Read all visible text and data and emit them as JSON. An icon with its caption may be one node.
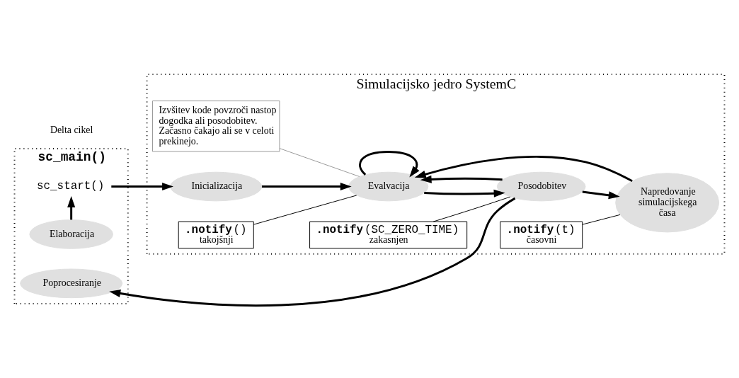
{
  "diagram": {
    "nodes": [
      {
        "text": [
          "sc_main()"
        ]
      },
      {
        "text": [
          "Elaboracija"
        ],
        "in": 0
      },
      {
        "text": [
          "sc_start()"
        ],
        "in": 0
      },
      {
        "text": [
          "Poprocesiranje"
        ],
        "in": 0
      },
      {
        "text": [
          "Simulacijsko jedro SystemC"
        ]
      },
      {
        "text": [
          "Izvšitev kode povzroči nastop dogodka ali posodobitev. Začasno čakajo ali se v celoti prekinejo."
        ],
        "in": 4
      },
      {
        "text": [
          "Inicializacija"
        ],
        "in": 4
      },
      {
        "text": [
          "Evalvacija"
        ],
        "in": 4
      },
      {
        "text": [
          "**.notify**()",
          "takojšnji"
        ],
        "in": 4
      },
      {
        "text": [
          "Napredovanje simulacijskega časa"
        ],
        "in": 4
      },
      {
        "text": [
          "**.notify**(SC_ZERO_TIME)",
          "zakasnjen"
        ],
        "in": 4
      },
      {
        "text": [
          "Posodobitev"
        ],
        "in": 4
      },
      {
        "text": [
          "**.notify**(t)",
          "časovni"
        ],
        "in": 4
      }
    ],
    "edges": [
      {
        "from": 1,
        "to": 2,
        "arrow": "to"
      },
      {
        "from": 2,
        "to": 6,
        "arrow": "to"
      },
      {
        "from": 6,
        "to": 7,
        "arrow": "to"
      },
      {
        "from": 7,
        "to": 7,
        "arrow": "to"
      },
      {
        "from": 7,
        "to": 11,
        "arrow": "to"
      },
      {
        "from": 11,
        "to": 7,
        "arrow": "to"
      },
      {
        "from": 9,
        "to": 7,
        "arrow": "to"
      },
      {
        "from": 11,
        "to": 9,
        "arrow": "to"
      },
      {
        "from": 11,
        "to": 3,
        "arrow": "to"
      },
      {
        "from": 5,
        "to": 7,
        "arrow": "none",
        "color": "#999999"
      },
      {
        "from": 8,
        "to": 7,
        "arrow": "none"
      },
      {
        "from": 10,
        "to": 11,
        "arrow": "none"
      },
      {
        "from": 12,
        "to": 9,
        "arrow": "none"
      }
    ],
    "labels": [
      "Delta cikel"
    ]
  }
}
